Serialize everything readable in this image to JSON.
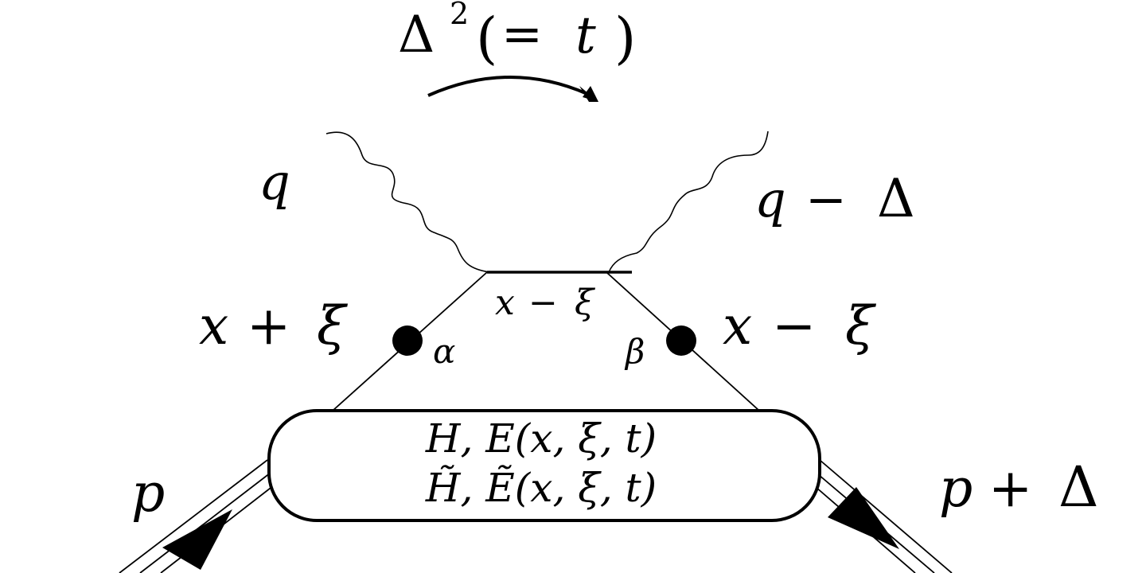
{
  "title": {
    "delta": "Δ",
    "sup": "2",
    "open": "(",
    "eq": "=",
    "t": "t",
    "close": ")"
  },
  "photon_in_label": "q",
  "photon_out_label": {
    "q": "q",
    "minus": "−",
    "delta": "Δ"
  },
  "quark_left_label": {
    "x": "x",
    "plus": "+",
    "xi": "ξ"
  },
  "quark_right_label": {
    "x": "x",
    "minus": "−",
    "xi": "ξ"
  },
  "propagator_label": {
    "x": "x",
    "minus": "−",
    "xi": "ξ"
  },
  "vertex_alpha": "α",
  "vertex_beta": "β",
  "blob_line1": "H, E(x, ξ, t)",
  "blob_line2": "H̃, Ẽ(x, ξ, t)",
  "proton_in_label": "p",
  "proton_out_label": {
    "p": "p",
    "plus": "+",
    "delta": "Δ"
  }
}
